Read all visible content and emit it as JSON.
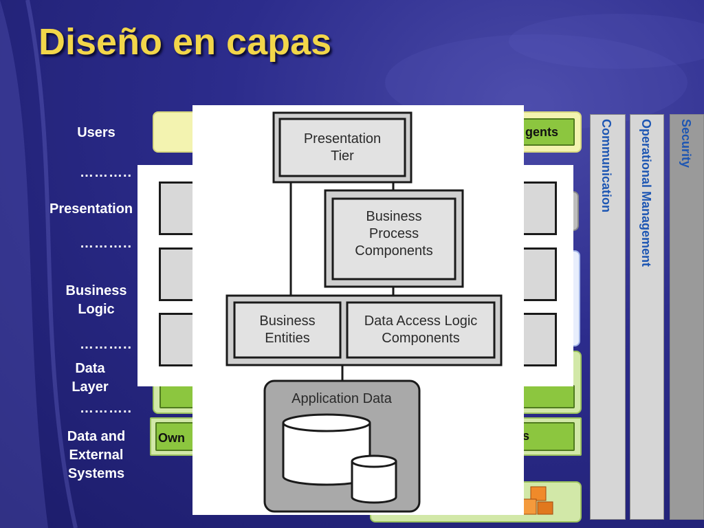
{
  "slide": {
    "title": "Diseño en capas"
  },
  "layers": {
    "users": "Users",
    "presentation": "Presentation",
    "business_logic_line1": "Business",
    "business_logic_line2": "Logic",
    "data_layer_line1": "Data",
    "data_layer_line2": "Layer",
    "data_external_line1": "Data and",
    "data_external_line2": "External",
    "data_external_line3": "Systems",
    "separator": "……….."
  },
  "bands": {
    "users_partial": "gents",
    "owner_partial": "Own",
    "services_partial": "s"
  },
  "crosscutting": {
    "communication": "Communication",
    "operational": "Operational Management",
    "security": "Security"
  },
  "diagram": {
    "presentation_tier_1": "Presentation",
    "presentation_tier_2": "Tier",
    "bpc_1": "Business",
    "bpc_2": "Process",
    "bpc_3": "Components",
    "be_1": "Business",
    "be_2": "Entities",
    "dal_1": "Data Access Logic",
    "dal_2": "Components",
    "appdata": "Application Data"
  },
  "colors": {
    "title": "#f2d64a",
    "users_band": "#f3f3b0",
    "green_band": "#8cc63f",
    "light_green": "#d2e8a8",
    "crosscut_text": "#1d56b3"
  }
}
